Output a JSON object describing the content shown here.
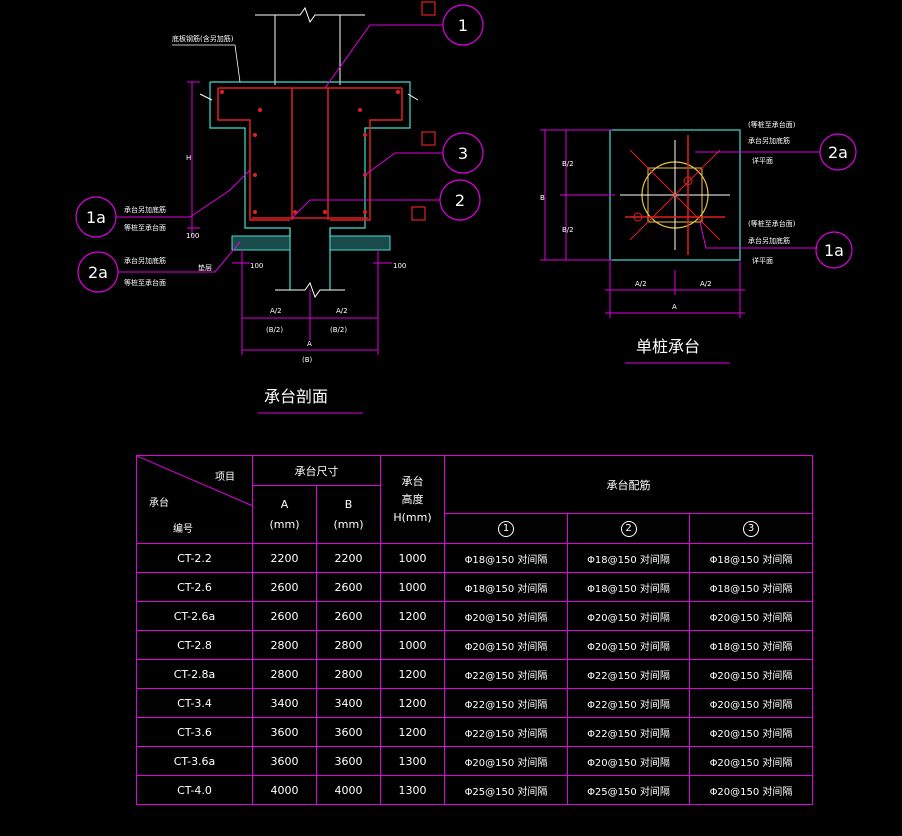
{
  "section": {
    "title": "承台剖面",
    "note_top": "底板钢筋(含另加筋)",
    "callouts": [
      "1",
      "2",
      "3",
      "1a",
      "2a"
    ],
    "note_1a": [
      "承台另加底筋",
      "等桩至承台面"
    ],
    "note_2a": [
      "承台另加底筋",
      "等桩至承台面"
    ],
    "note_cushion": "垫层",
    "dim_h": "H",
    "dim_100_a": "100",
    "dim_100_b": "100",
    "dim_100_c": "100",
    "dim_a2_left": "A/2",
    "dim_a2_right": "A/2",
    "dim_b2_left": "(B/2)",
    "dim_b2_right": "(B/2)",
    "dim_a": "A",
    "dim_b": "(B)"
  },
  "single_pile": {
    "title": "单桩承台",
    "callout_2a": "2a",
    "callout_1a": "1a",
    "note_2a": [
      "(等桩至承台面)",
      "承台另加底筋",
      "详平面"
    ],
    "note_1a": [
      "(等桩至承台面)",
      "承台另加底筋",
      "详平面"
    ],
    "dim_b": "B",
    "dim_b2_top": "B/2",
    "dim_b2_bottom": "B/2",
    "dim_a2_left": "A/2",
    "dim_a2_right": "A/2",
    "dim_a": "A"
  },
  "table": {
    "header": {
      "item": "项目",
      "cap_no_1": "承台",
      "cap_no_2": "编号",
      "size": "承台尺寸",
      "col_a": "A",
      "col_b": "B",
      "unit_a": "(mm)",
      "unit_b": "(mm)",
      "height_1": "承台",
      "height_2": "高度",
      "height_3": "H(mm)",
      "rebar": "承台配筋",
      "rebar_cols": [
        "1",
        "2",
        "3"
      ]
    },
    "rows": [
      {
        "id": "CT-2.2",
        "a": "2200",
        "b": "2200",
        "h": "1000",
        "r1": "Φ18@150 对间隔",
        "r2": "Φ18@150 对间隔",
        "r3": "Φ18@150 对间隔"
      },
      {
        "id": "CT-2.6",
        "a": "2600",
        "b": "2600",
        "h": "1000",
        "r1": "Φ18@150 对间隔",
        "r2": "Φ18@150 对间隔",
        "r3": "Φ18@150 对间隔"
      },
      {
        "id": "CT-2.6a",
        "a": "2600",
        "b": "2600",
        "h": "1200",
        "r1": "Φ20@150 对间隔",
        "r2": "Φ20@150 对间隔",
        "r3": "Φ20@150 对间隔"
      },
      {
        "id": "CT-2.8",
        "a": "2800",
        "b": "2800",
        "h": "1000",
        "r1": "Φ20@150 对间隔",
        "r2": "Φ20@150 对间隔",
        "r3": "Φ18@150 对间隔"
      },
      {
        "id": "CT-2.8a",
        "a": "2800",
        "b": "2800",
        "h": "1200",
        "r1": "Φ22@150 对间隔",
        "r2": "Φ22@150 对间隔",
        "r3": "Φ20@150 对间隔"
      },
      {
        "id": "CT-3.4",
        "a": "3400",
        "b": "3400",
        "h": "1200",
        "r1": "Φ22@150 对间隔",
        "r2": "Φ22@150 对间隔",
        "r3": "Φ20@150 对间隔"
      },
      {
        "id": "CT-3.6",
        "a": "3600",
        "b": "3600",
        "h": "1200",
        "r1": "Φ22@150 对间隔",
        "r2": "Φ22@150 对间隔",
        "r3": "Φ20@150 对间隔"
      },
      {
        "id": "CT-3.6a",
        "a": "3600",
        "b": "3600",
        "h": "1300",
        "r1": "Φ20@150 对间隔",
        "r2": "Φ20@150 对间隔",
        "r3": "Φ20@150 对间隔"
      },
      {
        "id": "CT-4.0",
        "a": "4000",
        "b": "4000",
        "h": "1300",
        "r1": "Φ25@150 对间隔",
        "r2": "Φ25@150 对间隔",
        "r3": "Φ20@150 对间隔"
      }
    ]
  },
  "colors": {
    "magenta": "#e000e0",
    "cyan": "#40e0d0",
    "red": "#e02020",
    "white": "#ffffff",
    "yellow": "#e8c040",
    "background": "#000000"
  }
}
